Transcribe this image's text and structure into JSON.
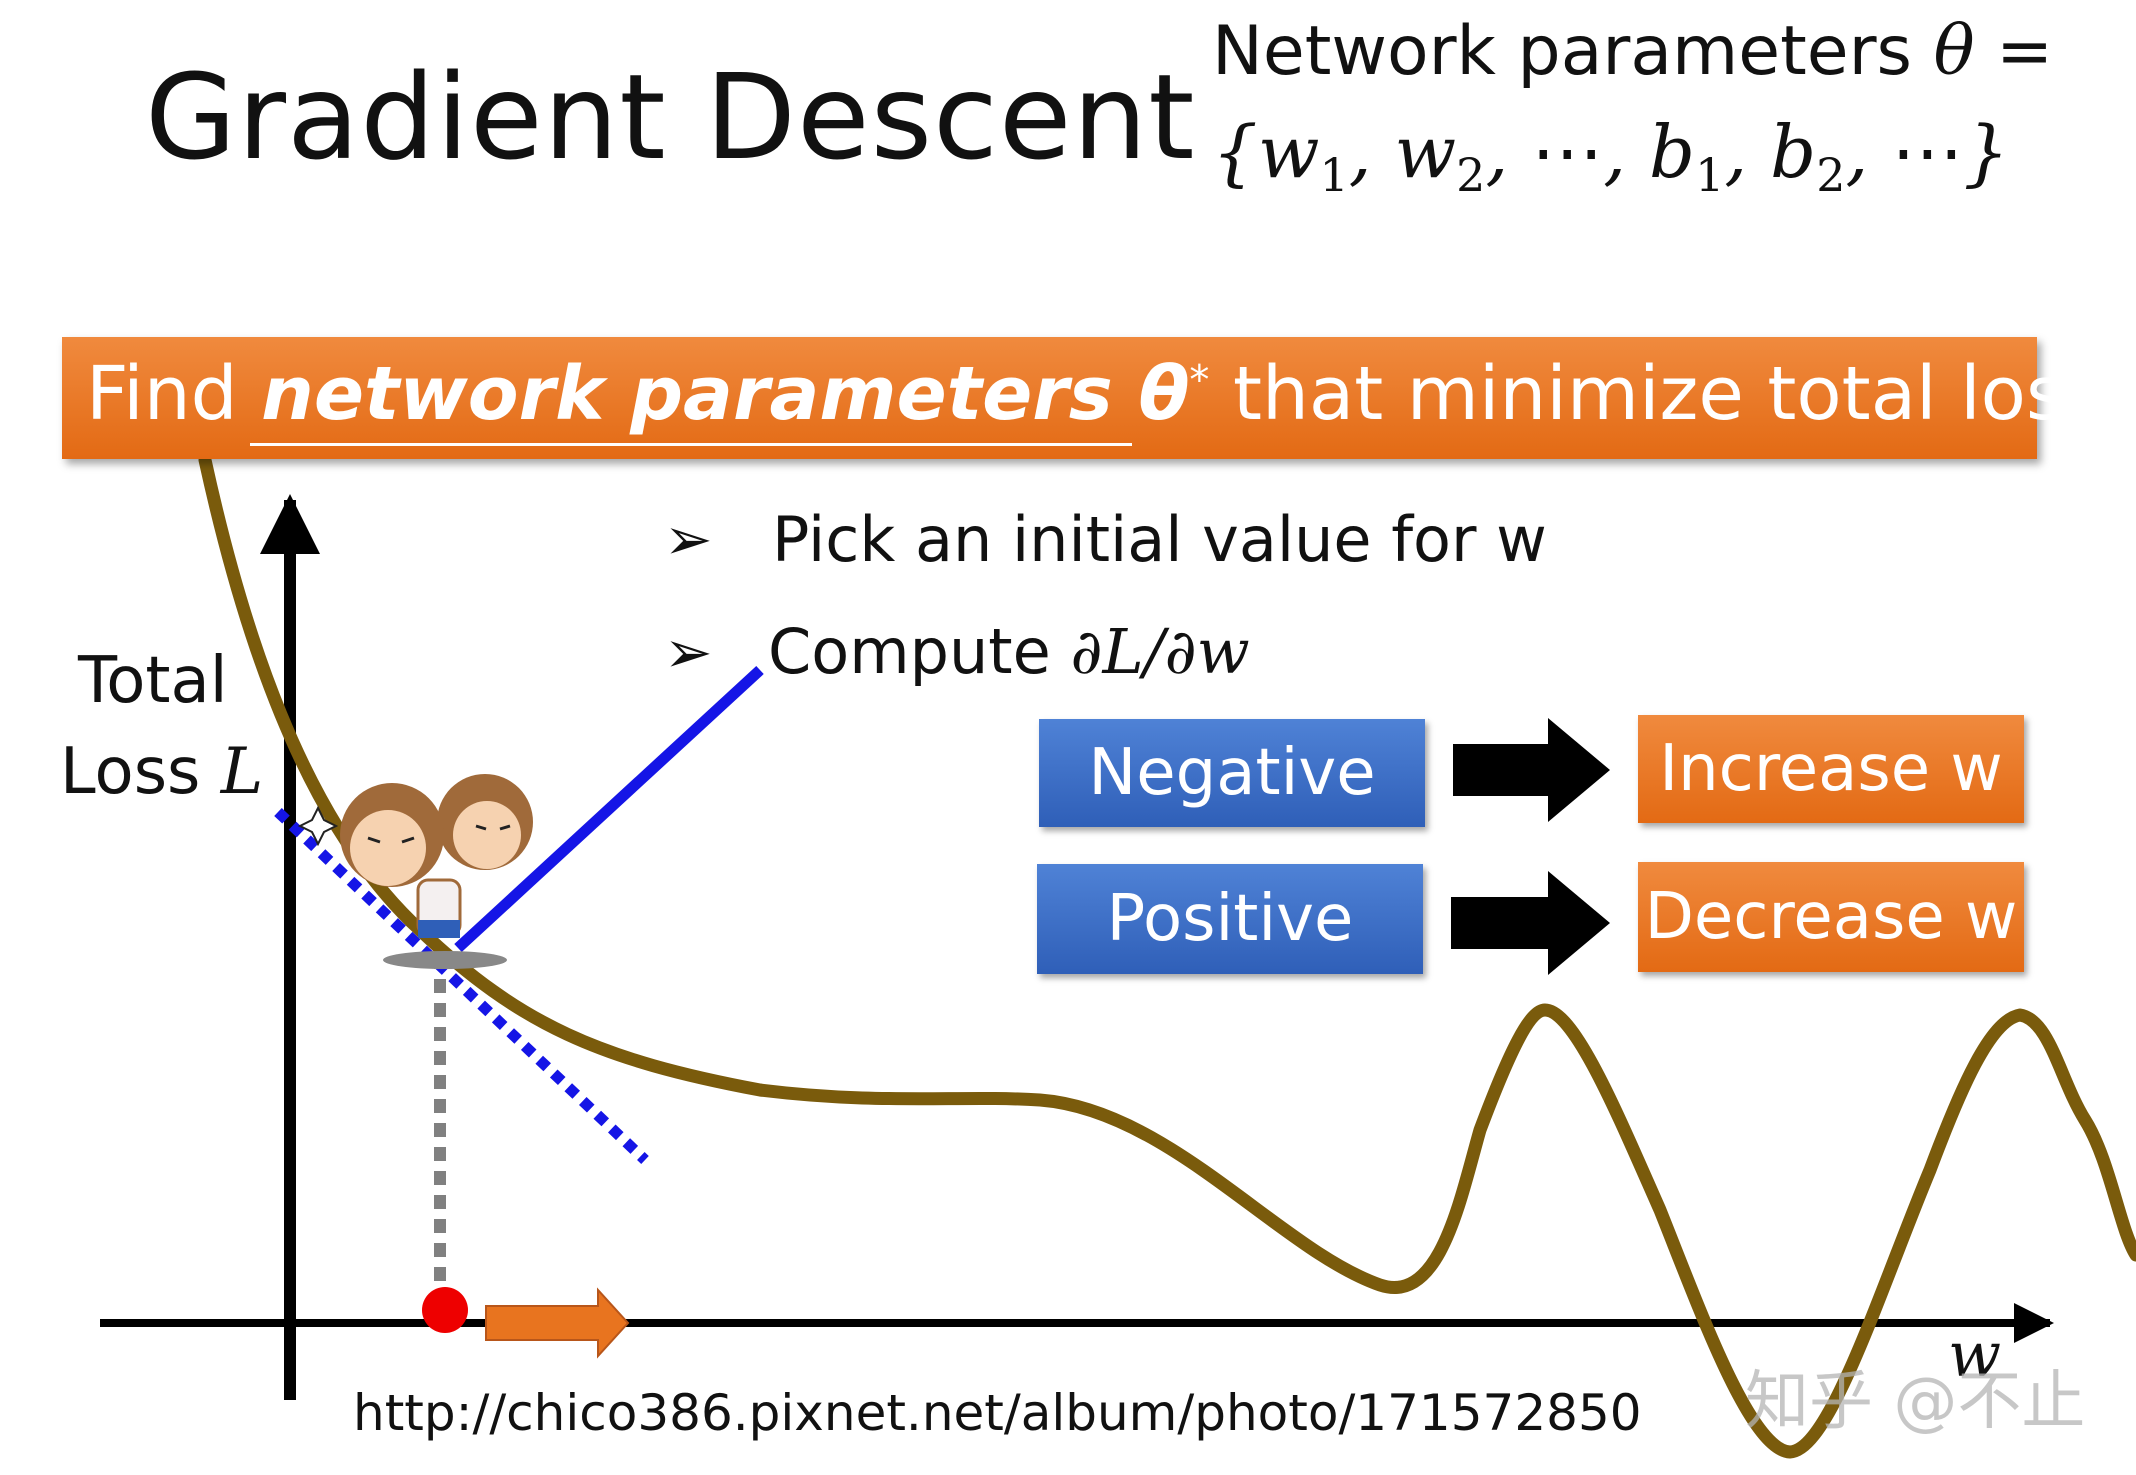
{
  "title": "Gradient Descent",
  "params": {
    "prefix": "Network parameters",
    "theta": "θ",
    "equals": "=",
    "set_open": "{",
    "w": "w",
    "b": "b",
    "sub1": "1",
    "sub2": "2",
    "comma": ",",
    "ellipsis": "⋯",
    "set_close": "}"
  },
  "banner": {
    "find": "Find",
    "emph": "network parameters θ",
    "star": "*",
    "rest": "that minimize total loss L"
  },
  "bullets": [
    {
      "marker": "➢",
      "text": "Pick an initial value for w"
    },
    {
      "marker": "➢",
      "text": "Compute",
      "math": "∂L/∂w"
    }
  ],
  "y_axis_label": {
    "line1": "Total",
    "line2_text": "Loss",
    "line2_math": "L"
  },
  "x_axis_label": "w",
  "rules": [
    {
      "condition": "Negative",
      "action": "Increase w"
    },
    {
      "condition": "Positive",
      "action": "Decrease w"
    }
  ],
  "source_url": "http://chico386.pixnet.net/album/photo/171572850",
  "watermark": "知乎 @不止",
  "colors": {
    "curve": "#7a5b0c",
    "tangent": "#1515e6",
    "banner": "#e8741f",
    "box_blue": "#3a6cc6",
    "box_orange": "#e8741f",
    "point": "#ee0000",
    "guide": "#808080"
  }
}
